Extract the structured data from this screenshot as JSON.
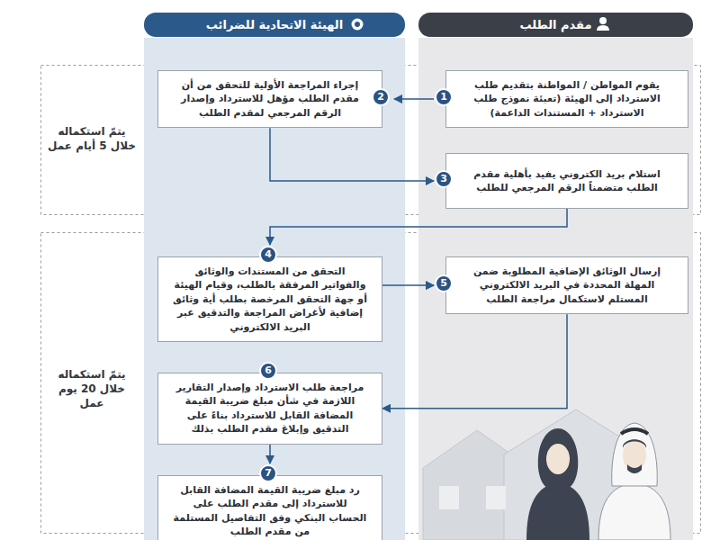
{
  "diagram": {
    "nodes": [
      {
        "text": [
          "مقدم الطلب"
        ]
      },
      {
        "text": [
          "الهيئة الاتحادية للضرائب"
        ]
      },
      {
        "text": [
          "يقوم المواطن / المواطنة بتقديم طلب الاسترداد إلى الهيئة (تعبئة نموذج طلب الاسترداد + المستندات الداعمة)"
        ]
      },
      {
        "text": [
          "1"
        ],
        "in": 2
      },
      {
        "text": [
          "إجراء المراجعة الأولية للتحقق من أن مقدم الطلب مؤهل للاسترداد وإصدار الرقم المرجعي لمقدم الطلب"
        ]
      },
      {
        "text": [
          "2"
        ],
        "in": 4
      },
      {
        "text": [
          "استلام بريد الكتروني يفيد بأهلية مقدم الطلب متضمناً الرقم المرجعي للطلب"
        ]
      },
      {
        "text": [
          "3"
        ],
        "in": 6
      },
      {
        "text": [
          "التحقق من المستندات والوثائق والفواتير المرفقة بالطلب، وقيام الهيئة أو جهة التحقق المرخصة بطلب أية وثائق إضافية لأغراض المراجعة والتدقيق عبر البريد الالكتروني"
        ]
      },
      {
        "text": [
          "4"
        ],
        "in": 8
      },
      {
        "text": [
          "إرسال الوثائق الإضافية المطلوبة ضمن المهلة المحددة في البريد الالكتروني المستلم لاستكمال مراجعة الطلب"
        ]
      },
      {
        "text": [
          "5"
        ],
        "in": 10
      },
      {
        "text": [
          "مراجعة طلب الاسترداد وإصدار التقارير اللازمة في شأن مبلغ ضريبة القيمة المضافة القابل للاسترداد بناءً على التدقيق وإبلاغ مقدم الطلب بذلك"
        ]
      },
      {
        "text": [
          "6"
        ],
        "in": 12
      },
      {
        "text": [
          "رد مبلغ ضريبة القيمة المضافة القابل للاسترداد إلى مقدم الطلب على الحساب البنكي وفق التفاصيل المستلمة من مقدم الطلب"
        ]
      },
      {
        "text": [
          "7"
        ],
        "in": 14
      }
    ],
    "edges": [
      {
        "from": 2,
        "to": 4,
        "arrow": "to"
      },
      {
        "from": 4,
        "to": 6,
        "arrow": "to"
      },
      {
        "from": 6,
        "to": 8,
        "arrow": "to"
      },
      {
        "from": 8,
        "to": 10,
        "arrow": "to"
      },
      {
        "from": 10,
        "to": 12,
        "arrow": "to"
      },
      {
        "from": 12,
        "to": 14,
        "arrow": "to"
      }
    ],
    "labels": [
      "يتمّ استكماله خلال 5 أيام عمل",
      "يتمّ استكماله خلال 20 يوم عمل"
    ]
  }
}
